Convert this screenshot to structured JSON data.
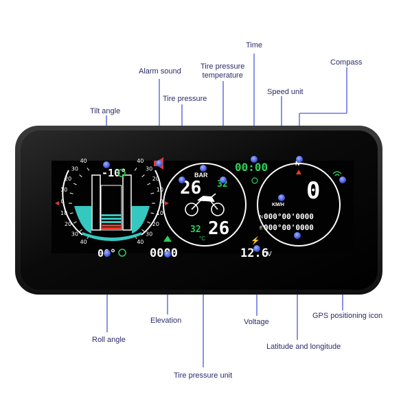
{
  "colors": {
    "callout_line": "#5a66d8",
    "callout_dot": "#3b4ed8",
    "bezel": "#1a1a1a",
    "screen": "#050505",
    "white": "#ffffff",
    "green": "#2bd15b",
    "red": "#e63a2a",
    "teal": "#35c8c0",
    "label": "#2a2a6a"
  },
  "labels": {
    "time": "Time",
    "compass": "Compass",
    "alarm_sound": "Alarm sound",
    "tire_pressure_temperature": "Tire pressure\ntemperature",
    "speed_unit": "Speed unit",
    "tilt_angle": "Tilt angle",
    "tire_pressure": "Tire pressure",
    "elevation": "Elevation",
    "voltage": "Voltage",
    "gps_positioning_icon": "GPS positioning icon",
    "roll_angle": "Roll angle",
    "latitude_longitude": "Latitude and longitude",
    "tire_pressure_unit": "Tire pressure unit"
  },
  "display": {
    "tilt_value": "-10°",
    "roll_value": "00°",
    "tire_pressure_front": "26",
    "tire_pressure_rear": "26",
    "tire_temp_front": "32",
    "tire_temp_rear": "32",
    "tire_unit": "BAR",
    "temp_unit": "°C",
    "time": "00:00",
    "speed": "0",
    "speed_unit": "KM/H",
    "lat": "000°00'0000",
    "lon": "000°00'0000",
    "lat_prefix": "N",
    "lon_prefix": "E",
    "elevation": "0000",
    "voltage": "12.6",
    "voltage_unit": "V",
    "compass_dir": "N",
    "scale_ticks": [
      "40",
      "30",
      "20",
      "10",
      "0",
      "10",
      "20",
      "30",
      "40"
    ]
  }
}
